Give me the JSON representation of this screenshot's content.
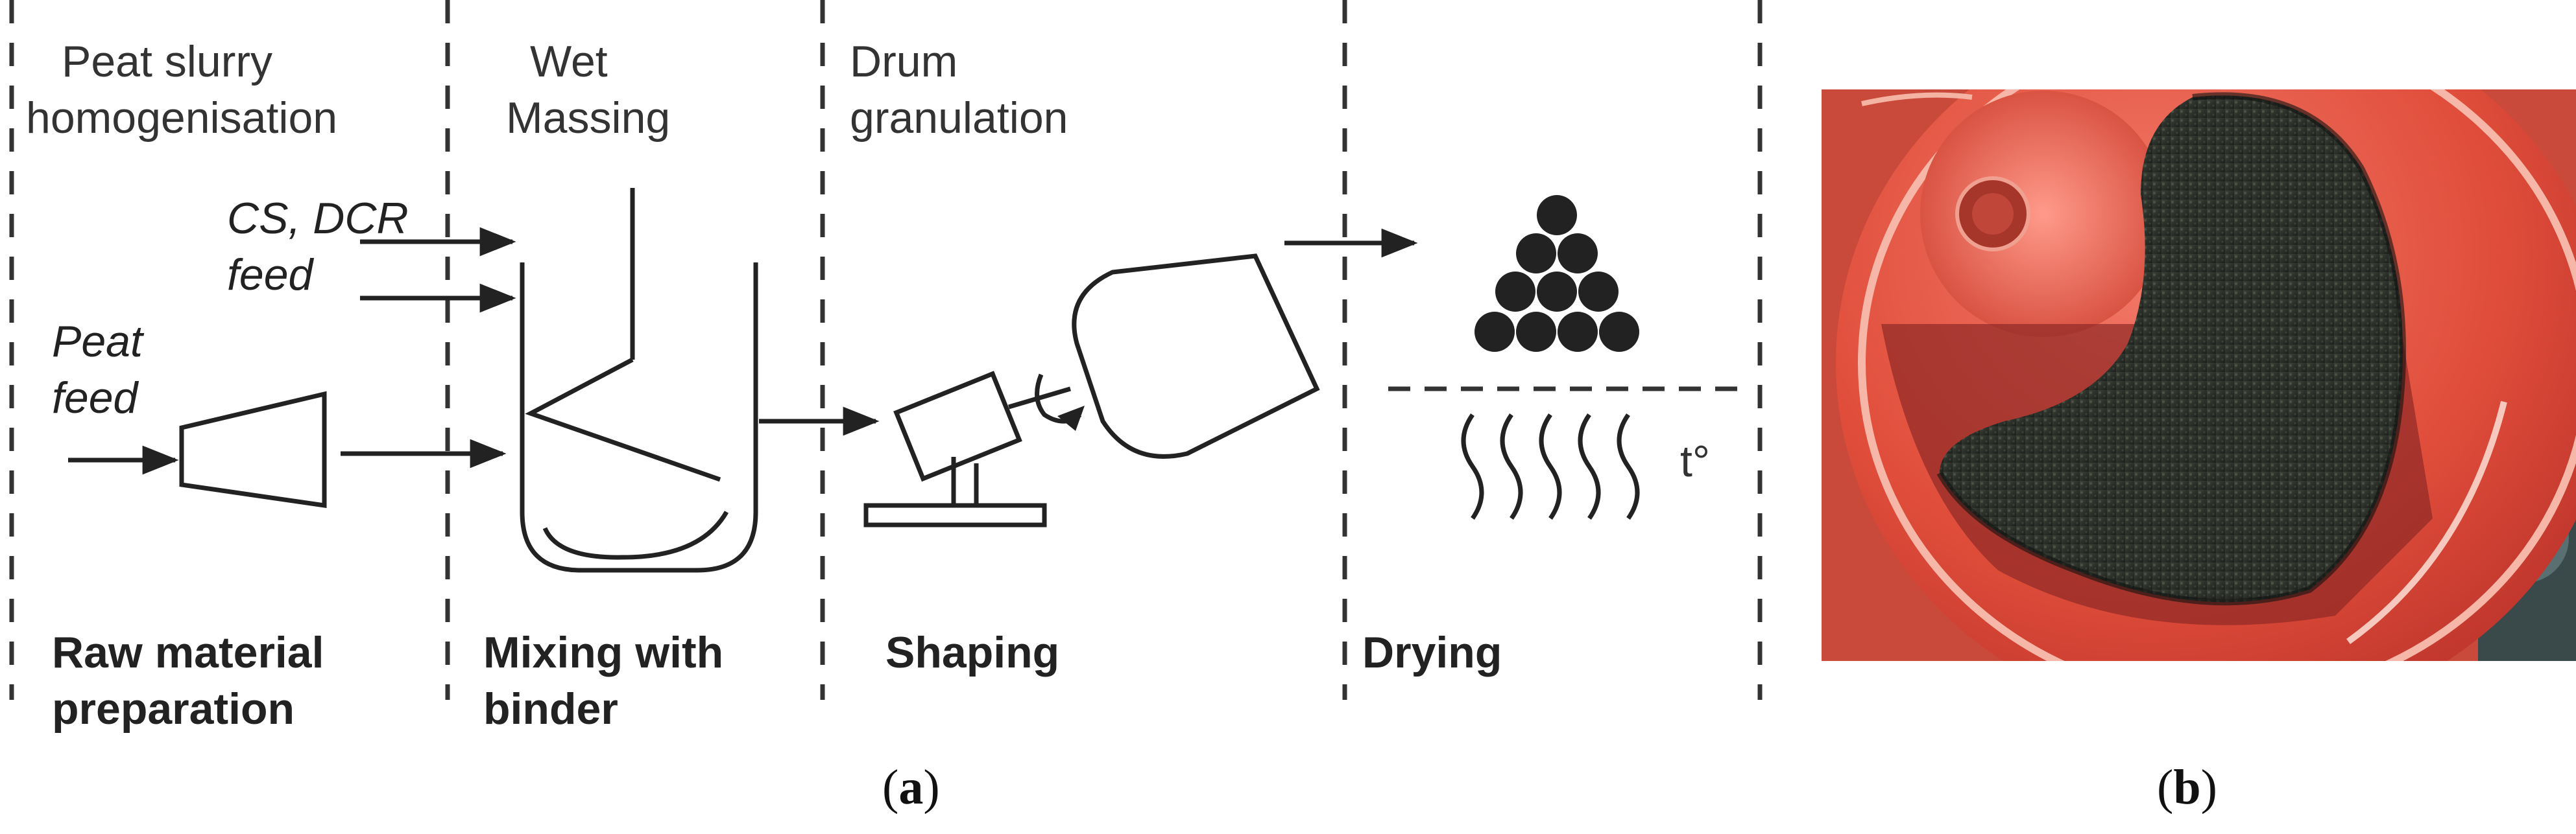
{
  "stages": {
    "s1": {
      "top_line1": "Peat slurry",
      "top_line2": "homogenisation",
      "bottom_line1": "Raw material",
      "bottom_line2": "preparation"
    },
    "s2": {
      "top_line1": "Wet",
      "top_line2": "Massing",
      "bottom_line1": "Mixing with",
      "bottom_line2": "binder"
    },
    "s3": {
      "top_line1": "Drum",
      "top_line2": "granulation",
      "bottom_line1": "Shaping"
    },
    "s4": {
      "bottom_line1": "Drying"
    }
  },
  "inputs": {
    "cs_dcr_line1": "CS, DCR",
    "cs_dcr_line2": "feed",
    "peat_line1": "Peat",
    "peat_line2": "feed"
  },
  "drying": {
    "temperature_label": "t°"
  },
  "captions": {
    "a_open": "(",
    "a_letter": "a",
    "a_close": ")",
    "b_open": "(",
    "b_letter": "b",
    "b_close": ")"
  },
  "photo": {
    "description_icon": "drum-granulator-photo"
  }
}
